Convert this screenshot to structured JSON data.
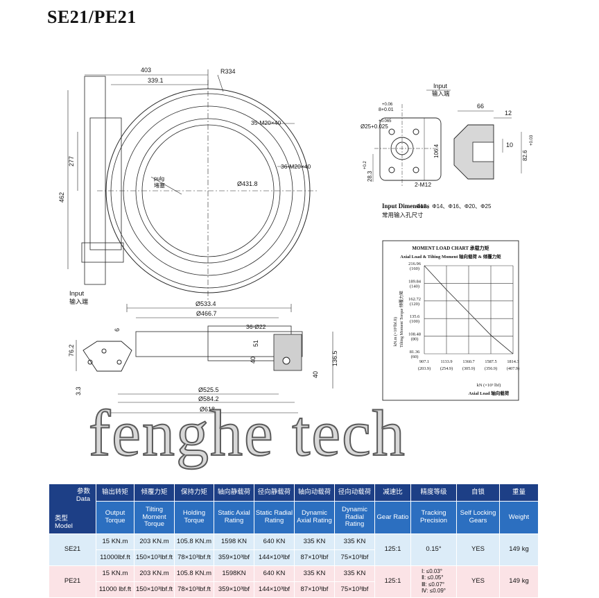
{
  "title": "SE21/PE21",
  "watermark": "fenghe tech",
  "drawing": {
    "dims": {
      "d403": "403",
      "d339": "339.1",
      "r334": "R334",
      "m35": "35-M20×40",
      "m36": "36-M20×40",
      "d431": "Ø431.8",
      "plug": "pulg",
      "plug_cn": "堵塞",
      "d277": "277",
      "d462": "462",
      "input": "Input",
      "input_cn": "输入端",
      "d533": "Ø533.4",
      "d466": "Ø466.7",
      "d36_22": "36-Ø22",
      "d6": "6",
      "d76": "76.2",
      "d40": "40",
      "d51": "51",
      "d136": "136.5",
      "d40b": "40",
      "d33": "3.3",
      "d525": "Ø525.5",
      "d584": "Ø584.2",
      "d618": "Ø618"
    },
    "input_detail": {
      "label": "Input",
      "label_cn": "输入端",
      "tol1": "+0.06",
      "tol2": "8+0.01",
      "tol3": "+0.065",
      "bore": "Ø25+0.025",
      "d106": "106.4",
      "d28": "28.3",
      "tol4": "+0.2",
      "m12": "2-M12",
      "d66": "66",
      "d12": "12",
      "d10": "10",
      "d82": "82.6",
      "tol5": "+0.03",
      "dims_title": "Input Dimensions",
      "dims_cn": "常用输入孔尺寸",
      "dims_list": "Φ12、Φ14、Φ16、Φ20、Φ25"
    }
  },
  "chart_data": {
    "type": "line",
    "title": "MOMENT LOAD CHART 承载力矩",
    "subtitle": "Axial Load & Tilting Moment 轴向载荷 & 倾覆力矩",
    "ylabel": "Tilting Moment Torque 倾覆力矩",
    "ylabel_unit": "kN.m (×10³lbf.ft)",
    "xlabel": "kN (×10³ lbf)",
    "xlabel2": "Axial Load 轴向载荷",
    "y_ticks": [
      "216.96",
      "189.84",
      "162.72",
      "135.6",
      "108.48",
      "81.36"
    ],
    "y_ticks_alt": [
      "(160)",
      "(140)",
      "(120)",
      "(100)",
      "(80)",
      "(60)"
    ],
    "x_ticks": [
      "907.1",
      "1133.9",
      "1360.7",
      "1587.5",
      "1814.3"
    ],
    "x_ticks_alt": [
      "(203.9)",
      "(254.9)",
      "(305.9)",
      "(356.9)",
      "(407.9)"
    ],
    "x": [
      907.1,
      1133.9,
      1360.7,
      1587.5,
      1814.3
    ],
    "series": [
      {
        "values": [
          216.96,
          180.0,
          145.0,
          110.0,
          81.36
        ]
      }
    ],
    "ylim": [
      81.36,
      216.96
    ],
    "xlim": [
      907.1,
      1814.3
    ]
  },
  "table": {
    "corner_cn_top": "参数",
    "corner_en_top": "Data",
    "corner_cn_bottom": "类型",
    "corner_en_bottom": "Model",
    "columns_cn": [
      "输出转矩",
      "倾覆力矩",
      "保持力矩",
      "轴向静载荷",
      "径向静载荷",
      "轴向动载荷",
      "径向动载荷",
      "减速比",
      "精度等级",
      "自锁",
      "重量"
    ],
    "columns_en": [
      "Output Torque",
      "Tilting Moment Torque",
      "Holding Torque",
      "Static Axial Rating",
      "Static Radial Rating",
      "Dynamic Axial Rating",
      "Dynamic Radial Rating",
      "Gear Ratio",
      "Tracking Precision",
      "Self Locking Gears",
      "Weight"
    ],
    "rows": [
      {
        "model": "SE21",
        "line1": [
          "15 KN.m",
          "203 KN.m",
          "105.8 KN.m",
          "1598 KN",
          "640 KN",
          "335 KN",
          "335 KN"
        ],
        "line2": [
          "11000lbf.ft",
          "150×10³lbf.ft",
          "78×10³lbf.ft",
          "359×10³lbf",
          "144×10³lbf",
          "87×10³lbf",
          "75×10³lbf"
        ],
        "ratio": "125:1",
        "precision": "0.15°",
        "self_lock": "YES",
        "weight": "149 kg"
      },
      {
        "model": "PE21",
        "line1": [
          "15 KN.m",
          "203 KN.m",
          "105.8 KN.m",
          "1598KN",
          "640 KN",
          "335 KN",
          "335 KN"
        ],
        "line2": [
          "11000 lbf.ft",
          "150×10³lbf.ft",
          "78×10³lbf.ft",
          "359×10³lbf",
          "144×10³lbf",
          "87×10³lbf",
          "75×10³lbf"
        ],
        "ratio": "125:1",
        "precision": [
          "Ⅰ: ≤0.03°",
          "Ⅱ: ≤0.05°",
          "Ⅲ: ≤0.07°",
          "Ⅳ: ≤0.09°"
        ],
        "self_lock": "YES",
        "weight": "149 kg"
      }
    ]
  }
}
